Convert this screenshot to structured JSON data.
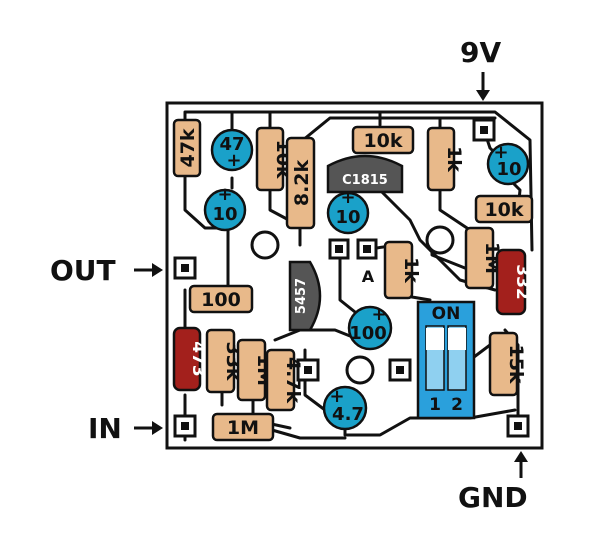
{
  "labels": {
    "power": "9V",
    "output": "OUT",
    "input": "IN",
    "ground": "GND"
  },
  "resistors": {
    "r_47k": "47k",
    "r_10k_vertical": "10k",
    "r_8_2k": "8.2k",
    "r_10k_top": "10k",
    "r_1k_top": "1k",
    "r_10k_right": "10k",
    "r_1m_right": "1M",
    "r_1k_mid": "1k",
    "r_100": "100",
    "r_33k": "33k",
    "r_1m_left": "1M",
    "r_4_7k": "4.7k",
    "r_15k": "15k",
    "r_1m_bottom": "1M"
  },
  "trimmers": {
    "trim_473": "473",
    "trim_332": "332"
  },
  "capacitors": {
    "c_47": "47",
    "c_10_left": "10",
    "c_10_center": "10",
    "c_10_right": "10",
    "c_100": "100",
    "c_4_7": "4.7",
    "polarity": "+"
  },
  "semiconductors": {
    "transistor": "C1815",
    "ic": "5457",
    "pin_a": "A"
  },
  "dip_switch": {
    "label": "ON",
    "pos1": "1",
    "pos2": "2"
  },
  "colors": {
    "board_outline": "#111111",
    "trace": "#111111",
    "resistor_body": "#e8b98a",
    "trimmer_body": "#a3201c",
    "capacitor_body": "#1aa1c9",
    "semiconductor_body": "#555555",
    "dip_switch_body": "#2aa0dc",
    "pad_hole": "#111111"
  }
}
